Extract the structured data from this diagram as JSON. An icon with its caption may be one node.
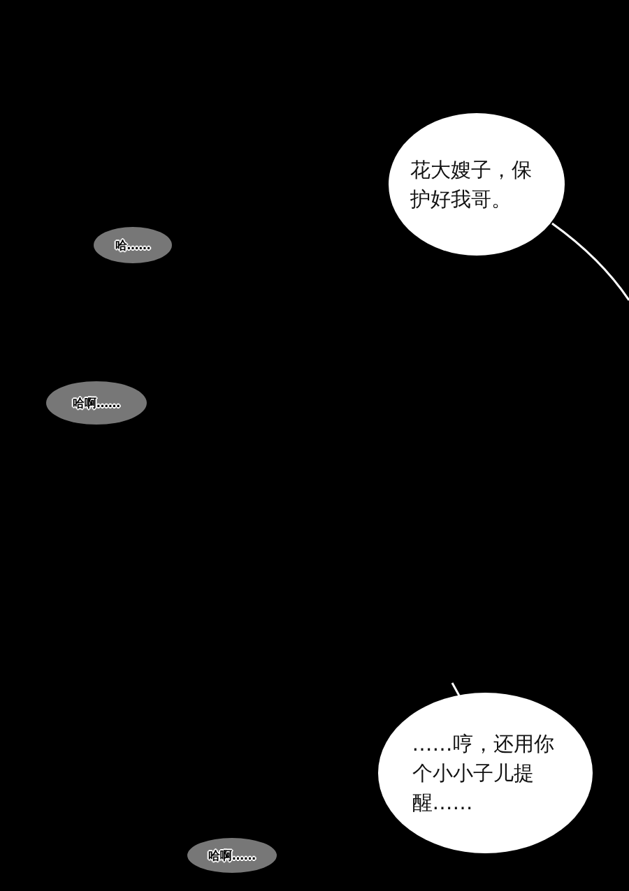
{
  "diagram": {
    "nodes": [
      {
        "text": [
          "花大嫂子，保护好我哥。"
        ]
      },
      {
        "text": [
          "哈……"
        ]
      },
      {
        "text": [
          "哈啊……"
        ]
      },
      {
        "text": [
          "……哼，还用你个小小子儿提醒……"
        ]
      },
      {
        "text": [
          "哈啊……"
        ]
      }
    ]
  }
}
